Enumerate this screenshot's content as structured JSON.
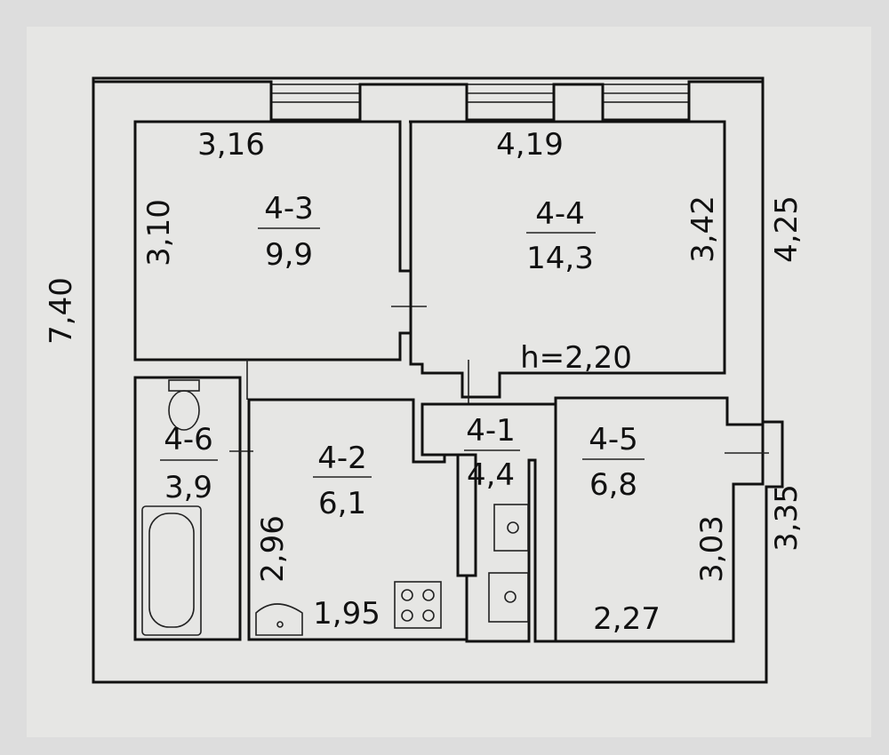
{
  "plan": {
    "overall_height": "7,40",
    "right_upper": "4,25",
    "right_lower": "3,35",
    "ceiling_height": "h=2,20",
    "rooms": [
      {
        "id": "4-3",
        "area": "9,9",
        "width": "3,16",
        "depth": "3,10"
      },
      {
        "id": "4-4",
        "area": "14,3",
        "width": "4,19",
        "depth": "3,42"
      },
      {
        "id": "4-6",
        "area": "3,9"
      },
      {
        "id": "4-2",
        "area": "6,1",
        "width": "1,95",
        "depth": "2,96"
      },
      {
        "id": "4-1",
        "area": "4,4"
      },
      {
        "id": "4-5",
        "area": "6,8",
        "width": "2,27",
        "depth": "3,03"
      }
    ]
  }
}
